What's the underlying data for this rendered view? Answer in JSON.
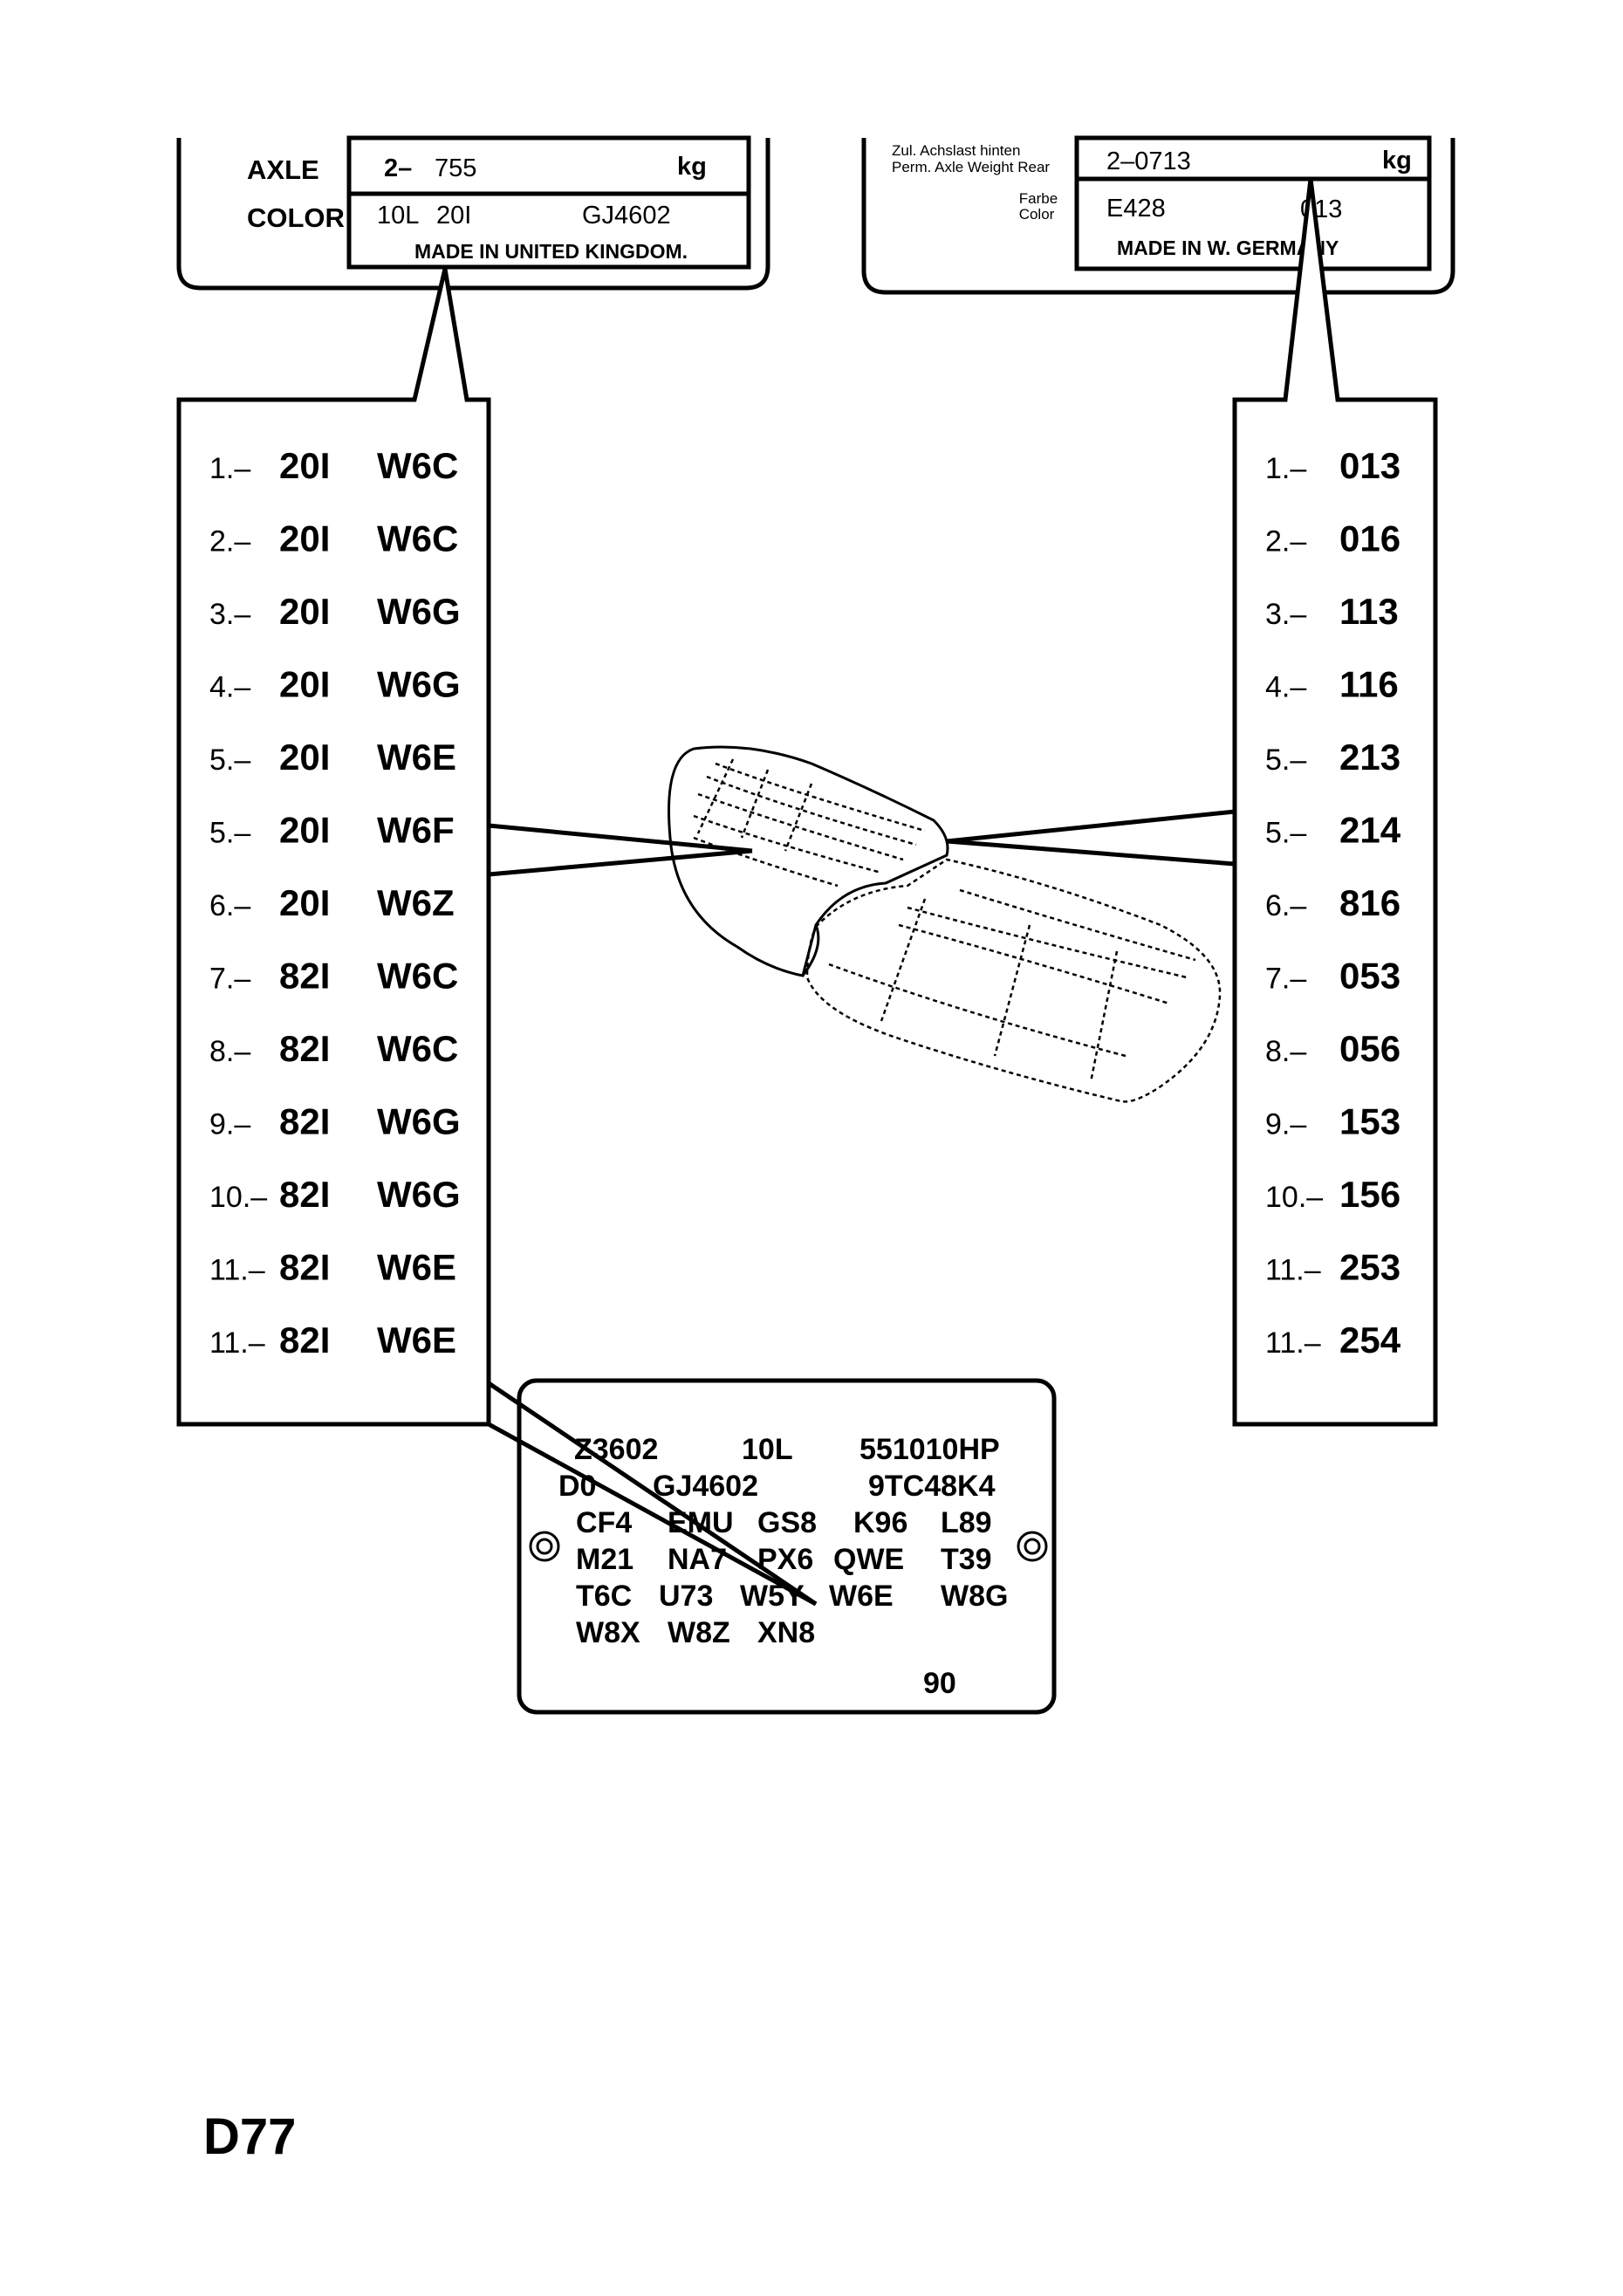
{
  "left_label": {
    "axle_label": "AXLE",
    "color_label": "COLOR",
    "axle_value": "2–",
    "axle_weight": "755",
    "axle_unit": "kg",
    "color_code_1": "10L",
    "color_code_2": "20I",
    "color_code_3": "GJ4602",
    "origin": "MADE IN UNITED KINGDOM."
  },
  "right_label": {
    "axle_label_de": "Zul. Achslast hinten",
    "axle_label_en": "Perm. Axle Weight Rear",
    "color_label_de": "Farbe",
    "color_label_en": "Color",
    "axle_value": "2–0713",
    "axle_unit": "kg",
    "color_code_1": "E428",
    "color_code_2": "013",
    "origin": "MADE   IN   W.   GERMANY"
  },
  "left_list": [
    {
      "num": "1.–",
      "code": "20I",
      "trim": "W6C"
    },
    {
      "num": "2.–",
      "code": "20I",
      "trim": "W6C"
    },
    {
      "num": "3.–",
      "code": "20I",
      "trim": "W6G"
    },
    {
      "num": "4.–",
      "code": "20I",
      "trim": "W6G"
    },
    {
      "num": "5.–",
      "code": "20I",
      "trim": "W6E"
    },
    {
      "num": "5.–",
      "code": "20I",
      "trim": "W6F"
    },
    {
      "num": "6.–",
      "code": "20I",
      "trim": "W6Z"
    },
    {
      "num": "7.–",
      "code": "82I",
      "trim": "W6C"
    },
    {
      "num": "8.–",
      "code": "82I",
      "trim": "W6C"
    },
    {
      "num": "9.–",
      "code": "82I",
      "trim": "W6G"
    },
    {
      "num": "10.–",
      "code": "82I",
      "trim": "W6G"
    },
    {
      "num": "11.–",
      "code": "82I",
      "trim": "W6E"
    },
    {
      "num": "11.–",
      "code": "82I",
      "trim": "W6E"
    }
  ],
  "right_list": [
    {
      "num": "1.–",
      "code": "013"
    },
    {
      "num": "2.–",
      "code": "016"
    },
    {
      "num": "3.–",
      "code": "113"
    },
    {
      "num": "4.–",
      "code": "116"
    },
    {
      "num": "5.–",
      "code": "213"
    },
    {
      "num": "5.–",
      "code": "214"
    },
    {
      "num": "6.–",
      "code": "816"
    },
    {
      "num": "7.–",
      "code": "053"
    },
    {
      "num": "8.–",
      "code": "056"
    },
    {
      "num": "9.–",
      "code": "153"
    },
    {
      "num": "10.–",
      "code": "156"
    },
    {
      "num": "11.–",
      "code": "253"
    },
    {
      "num": "11.–",
      "code": "254"
    }
  ],
  "plate": {
    "row1": [
      "Z3602",
      "10L",
      "551010HP"
    ],
    "row2": [
      "D0",
      "GJ4602",
      "9TC48K4"
    ],
    "row3": [
      "CF4",
      "EMU",
      "GS8",
      "K96",
      "L89"
    ],
    "row4": [
      "M21",
      "NA7",
      "PX6",
      "QWE",
      "T39"
    ],
    "row5": [
      "T6C",
      "U73",
      "W5Y",
      "W6E",
      "W8G"
    ],
    "row6": [
      "W8X",
      "W8Z",
      "XN8"
    ],
    "row7": "90"
  },
  "page_code": "D77"
}
